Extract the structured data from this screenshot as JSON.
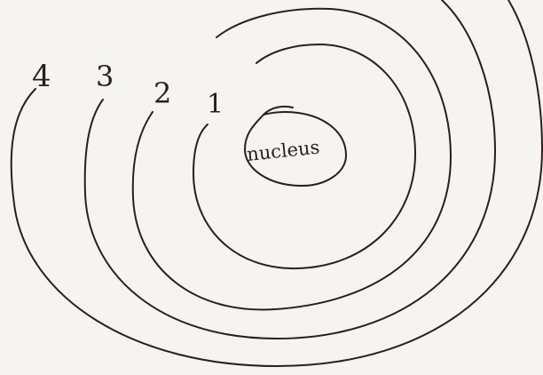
{
  "shell_labels": [
    "1",
    "2",
    "3",
    "4"
  ],
  "nucleus_label": "nucleus",
  "ink_color": "#2a1f1a"
}
